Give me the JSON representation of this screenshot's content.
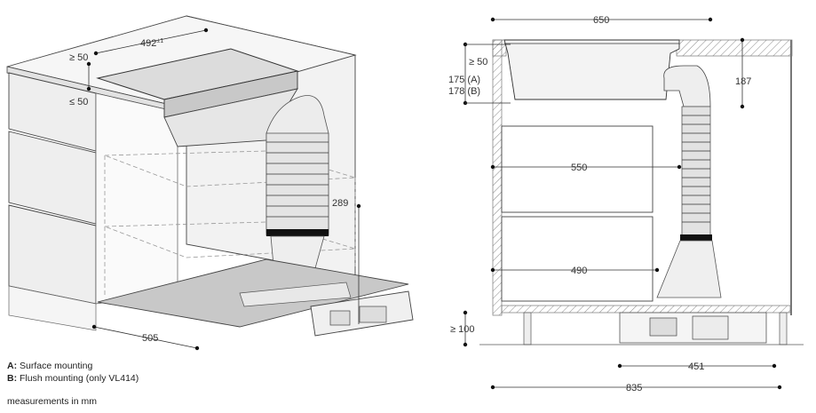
{
  "left_view": {
    "dims": {
      "width_top": "492",
      "width_top_tol": "±1",
      "min_gap": "≥ 50",
      "max_gap": "≤ 50",
      "height": "289",
      "depth": "505"
    }
  },
  "right_view": {
    "dims": {
      "width_top": "650",
      "min_gap": "≥ 50",
      "depth_a": "175 (A)",
      "depth_b": "178 (B)",
      "riser": "187",
      "drawer_upper": "550",
      "drawer_lower": "490",
      "plinth": "≥ 100",
      "plinth_width": "451",
      "total_width": "835"
    }
  },
  "legend": {
    "a_key": "A:",
    "a_text": "Surface mounting",
    "b_key": "B:",
    "b_text": "Flush mounting (only VL414)",
    "units": "measurements in mm"
  }
}
